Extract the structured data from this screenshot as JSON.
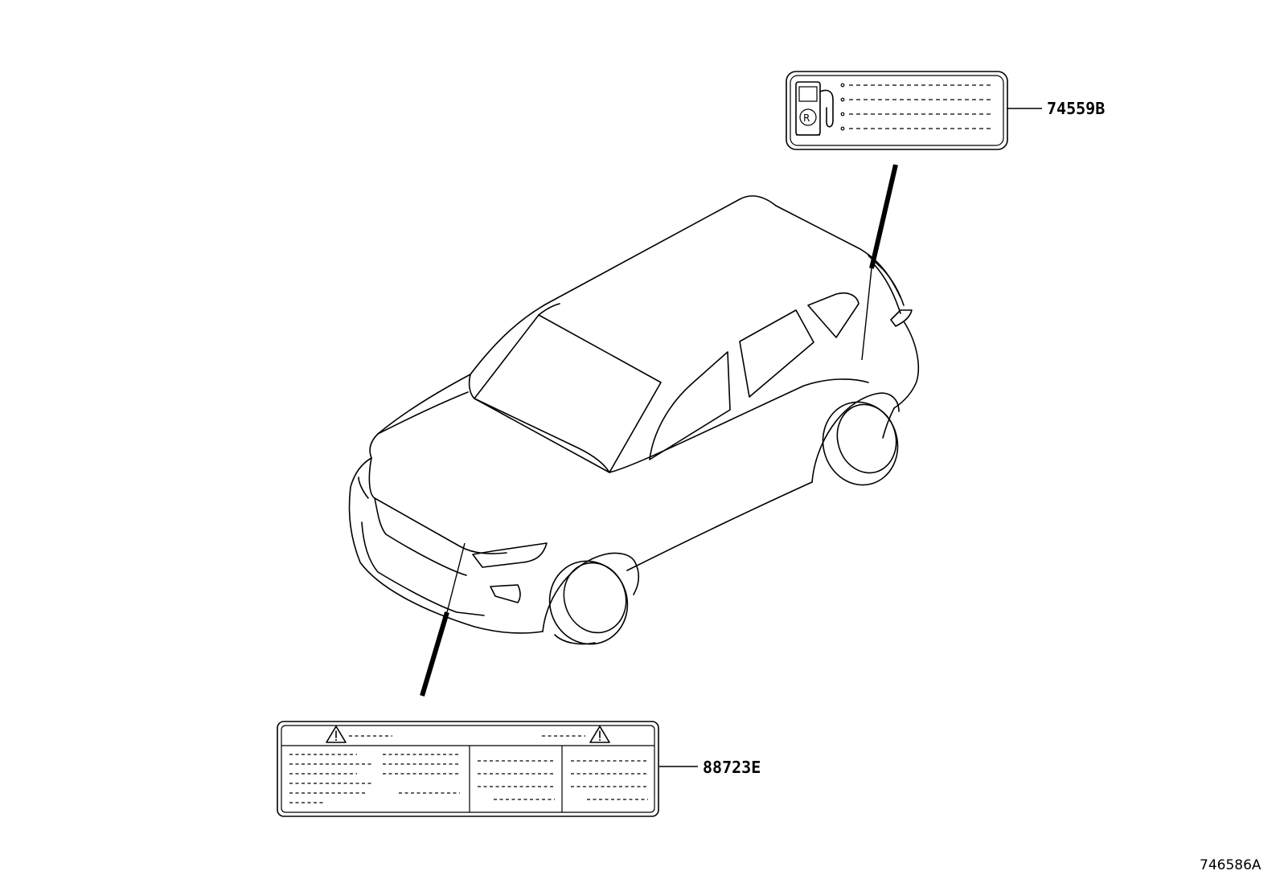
{
  "labels": {
    "fuel_label_part": "74559B",
    "caution_label_part": "88723E"
  },
  "figure_id": "746586A",
  "icons": {
    "fuel_label_icon": "fuel-pump-icon",
    "caution_label_icons": [
      "warning-triangle-icon",
      "warning-triangle-icon"
    ]
  }
}
